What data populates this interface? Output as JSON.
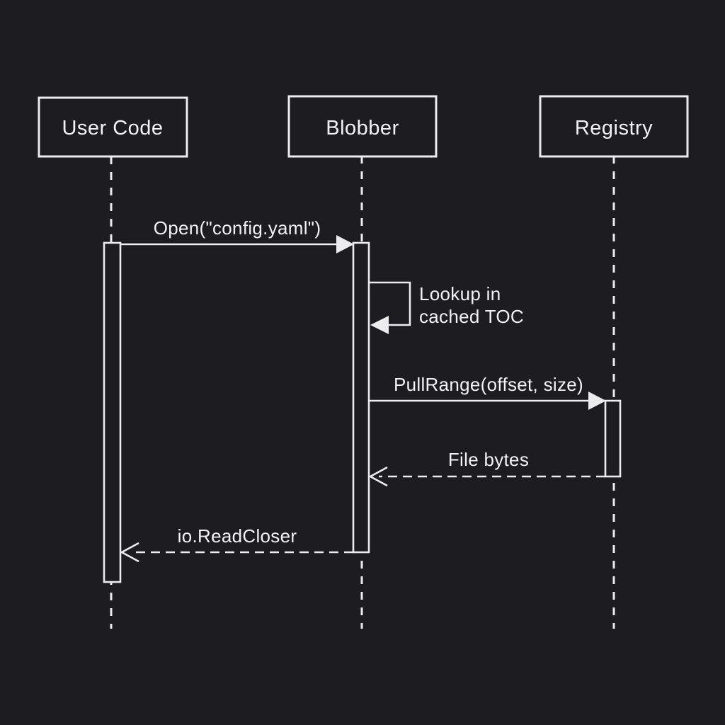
{
  "diagram": {
    "type": "sequence-diagram",
    "background_color": "#1d1d21",
    "line_color": "#ececef",
    "text_color": "#f2f2f4",
    "actors": [
      {
        "name": "User Code"
      },
      {
        "name": "Blobber"
      },
      {
        "name": "Registry"
      }
    ],
    "messages": [
      {
        "label": "Open(\"config.yaml\")",
        "from": "User Code",
        "to": "Blobber",
        "style": "solid"
      },
      {
        "label": "Lookup in cached TOC",
        "label_line1": "Lookup in",
        "label_line2": "cached TOC",
        "from": "Blobber",
        "to": "Blobber",
        "style": "self"
      },
      {
        "label": "PullRange(offset, size)",
        "from": "Blobber",
        "to": "Registry",
        "style": "solid"
      },
      {
        "label": "File bytes",
        "from": "Registry",
        "to": "Blobber",
        "style": "dashed-return"
      },
      {
        "label": "io.ReadCloser",
        "from": "Blobber",
        "to": "User Code",
        "style": "dashed-return"
      }
    ]
  }
}
